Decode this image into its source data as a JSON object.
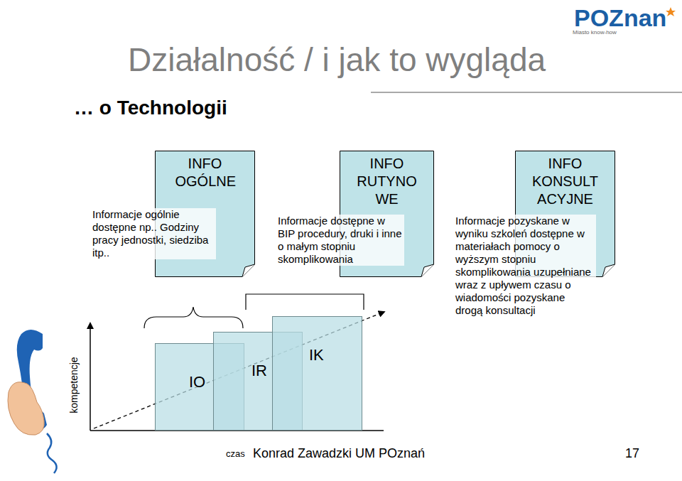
{
  "diagram": {
    "title": "Działalność / i jak to wygląda",
    "nodes": [
      {
        "text": [
          "INFO OGÓLNE",
          "Informacje ogólnie dostępne np.. Godziny pracy jednostki, siedziba itp.."
        ]
      },
      {
        "text": [
          "INFO RUTYNO WE",
          "Informacje dostępne w BIP procedury, druki i inne o małym stopniu skomplikowania"
        ]
      },
      {
        "text": [
          "INFO KONSULT ACYJNE",
          "Informacje pozyskane w wyniku szkoleń dostępne w materiałach pomocy o wyższym stopniu skomplikowania uzupełniane wraz z upływem czasu o wiadomości pozyskane drogą konsultacji"
        ]
      },
      {
        "text": [
          "IO"
        ]
      },
      {
        "text": [
          "IR"
        ]
      },
      {
        "text": [
          "IK"
        ]
      }
    ],
    "labels": [
      "… o Technologii",
      "POZnan",
      "Miasto know-how",
      "kompetencje",
      "czas",
      "Konrad Zawadzki UM POznań",
      "17"
    ]
  }
}
